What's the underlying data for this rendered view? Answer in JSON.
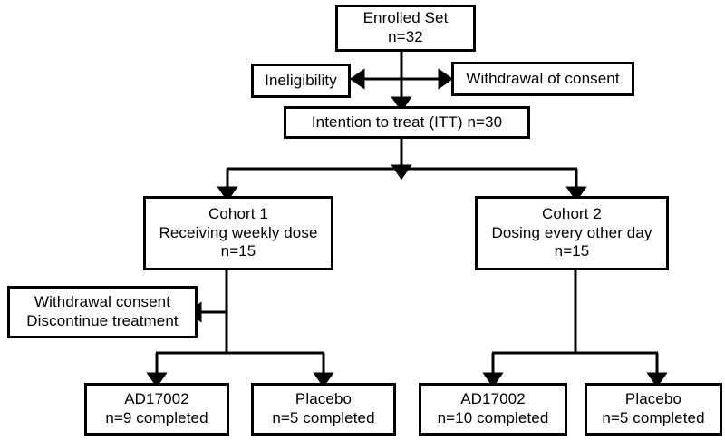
{
  "diagram": {
    "title": "Clinical trial CONSORT participant flow diagram",
    "type": "flowchart",
    "colors": {
      "background": "#ffffff",
      "box_border": "#000000",
      "text": "#000000",
      "connector": "#000000"
    },
    "nodes": {
      "enrolled": {
        "id": "enrolled-set",
        "lines": [
          "Enrolled Set",
          "n=32"
        ],
        "line1": "Enrolled Set",
        "line2": "n=32"
      },
      "ineligibility": {
        "id": "ineligibility",
        "line1": "Ineligibility"
      },
      "withdrawal_consent_top": {
        "id": "withdrawal-of-consent",
        "line1": "Withdrawal of consent"
      },
      "itt": {
        "id": "intention-to-treat",
        "line1": "Intention to treat (ITT) n=30"
      },
      "cohort1": {
        "id": "cohort-1",
        "line1": "Cohort 1",
        "line2": "Receiving weekly dose",
        "line3": "n=15"
      },
      "cohort2": {
        "id": "cohort-2",
        "line1": "Cohort 2",
        "line2": "Dosing every other day",
        "line3": "n=15"
      },
      "withdrawal_discontinue": {
        "id": "withdrawal-consent-discontinue-treatment",
        "line1": "Withdrawal consent",
        "line2": "Discontinue treatment"
      },
      "c1_drug": {
        "id": "cohort1-ad17002",
        "line1": "AD17002",
        "line2": "n=9 completed"
      },
      "c1_placebo": {
        "id": "cohort1-placebo",
        "line1": "Placebo",
        "line2": "n=5 completed"
      },
      "c2_drug": {
        "id": "cohort2-ad17002",
        "line1": "AD17002",
        "line2": "n=10 completed"
      },
      "c2_placebo": {
        "id": "cohort2-placebo",
        "line1": "Placebo",
        "line2": "n=5 completed"
      }
    },
    "counts": {
      "enrolled_n": 32,
      "itt_n": 30,
      "cohort1_n": 15,
      "cohort2_n": 15,
      "cohort1_drug_completed": 9,
      "cohort1_placebo_completed": 5,
      "cohort2_drug_completed": 10,
      "cohort2_placebo_completed": 5
    },
    "edges": [
      {
        "from": "enrolled",
        "to": "ineligibility",
        "style": "elbow-left-arrow"
      },
      {
        "from": "enrolled",
        "to": "withdrawal_consent_top",
        "style": "elbow-right-arrow"
      },
      {
        "from": "enrolled",
        "to": "itt",
        "style": "straight-down-arrow"
      },
      {
        "from": "itt",
        "to": "cohort1",
        "style": "split-left-arrow"
      },
      {
        "from": "itt",
        "to": "cohort2",
        "style": "split-right-arrow"
      },
      {
        "from": "cohort1",
        "to": "withdrawal_discontinue",
        "style": "elbow-left-arrow"
      },
      {
        "from": "cohort1",
        "to": "c1_drug",
        "style": "split-left-arrow"
      },
      {
        "from": "cohort1",
        "to": "c1_placebo",
        "style": "split-right-arrow"
      },
      {
        "from": "cohort2",
        "to": "c2_drug",
        "style": "split-left-arrow"
      },
      {
        "from": "cohort2",
        "to": "c2_placebo",
        "style": "split-right-arrow"
      }
    ]
  }
}
